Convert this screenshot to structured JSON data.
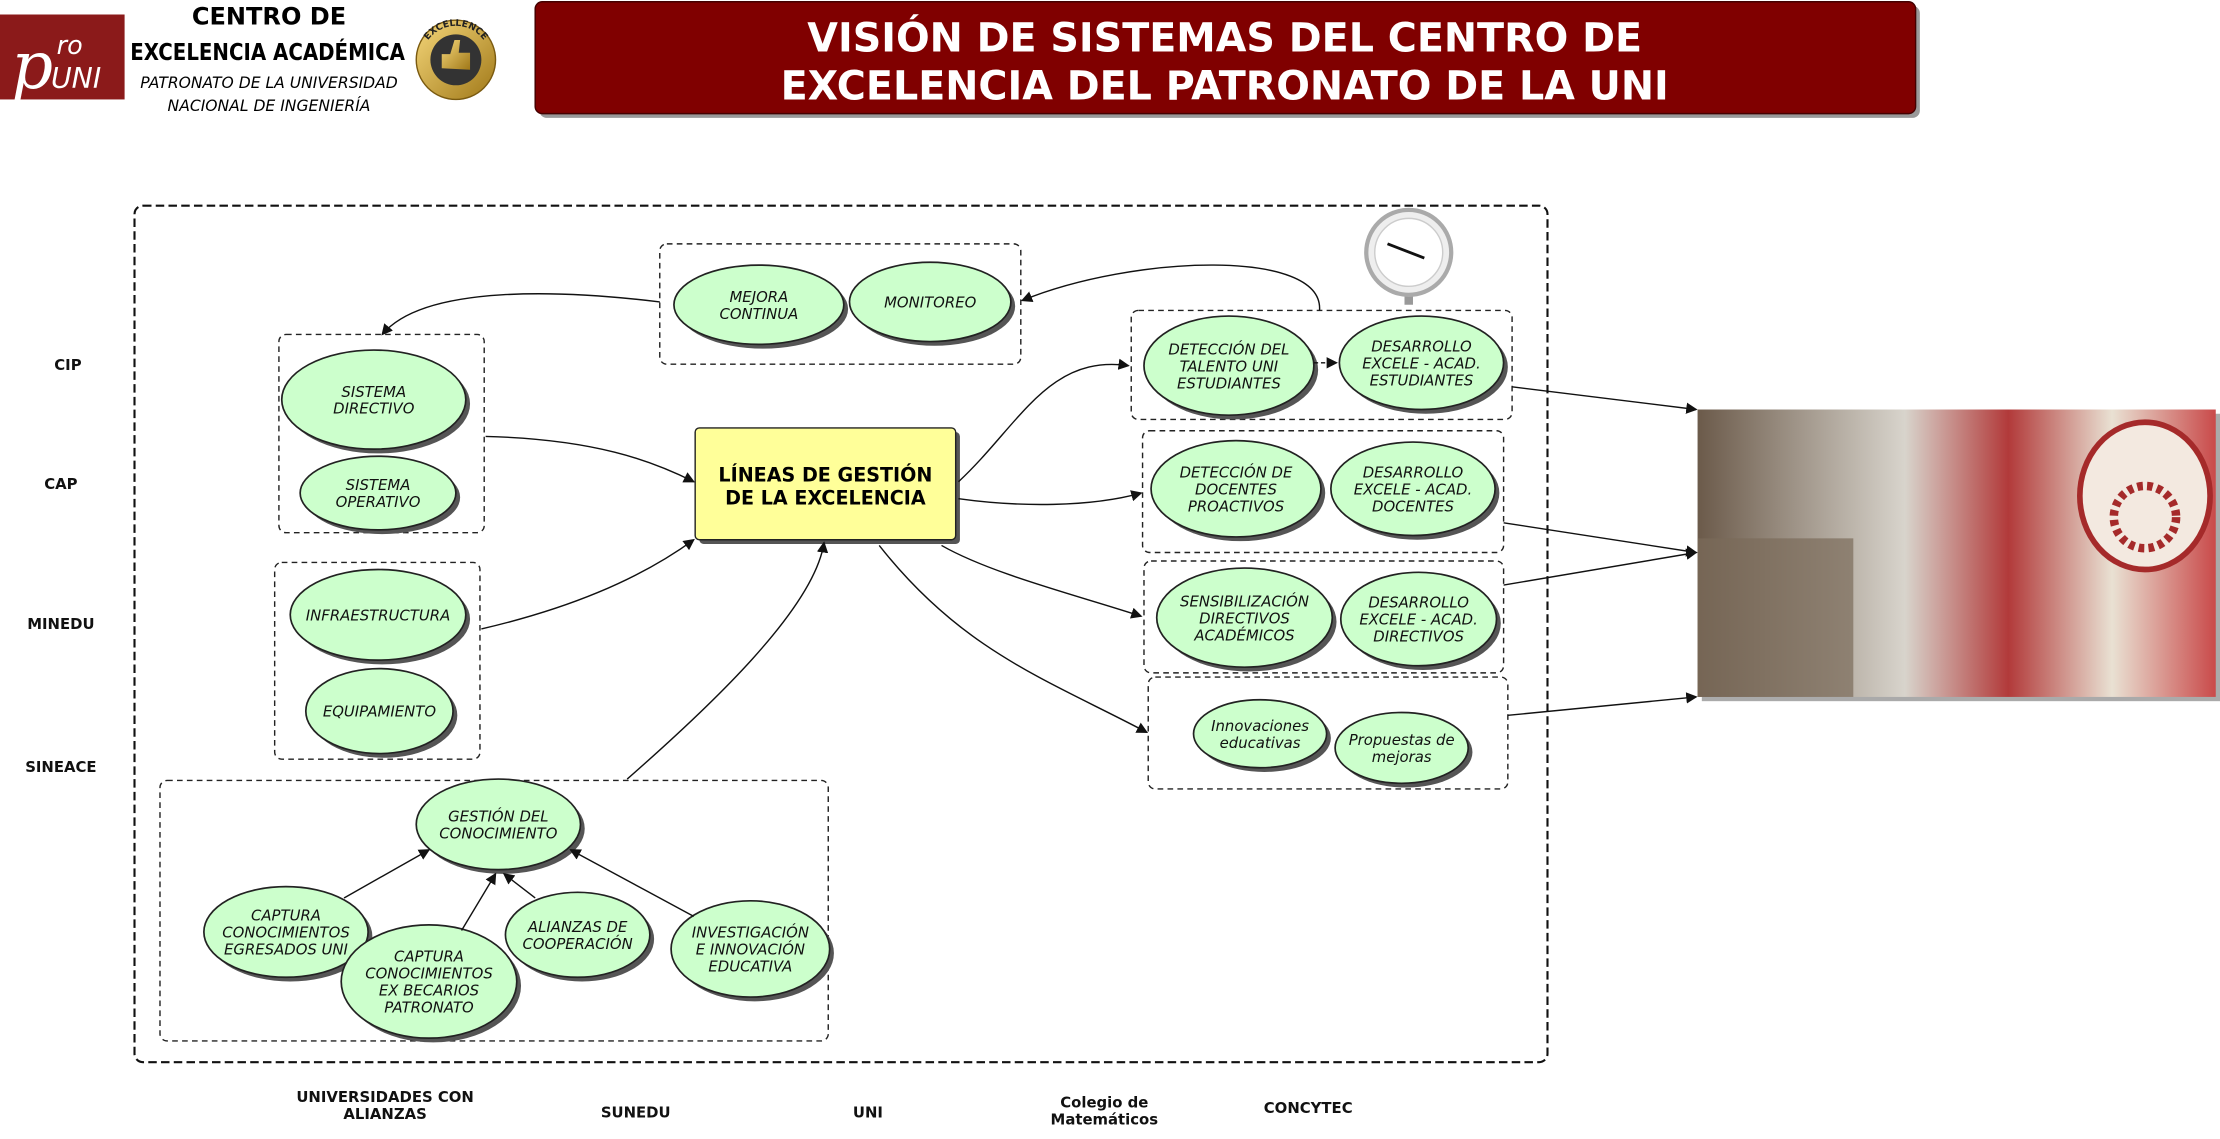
{
  "header": {
    "logo_text": [
      "p",
      "ro",
      "UNI"
    ],
    "center_lines": [
      "CENTRO DE",
      "EXCELENCIA ACADÉMICA"
    ],
    "patronato_lines": [
      "PATRONATO DE LA UNIVERSIDAD",
      "NACIONAL DE INGENIERÍA"
    ],
    "medal_text": "EXCELLENCE",
    "title_lines": [
      "VISIÓN DE SISTEMAS DEL CENTRO DE",
      "EXCELENCIA DEL PATRONATO DE LA UNI"
    ]
  },
  "left_labels": [
    "CIP",
    "CAP",
    "MINEDU",
    "SINEACE"
  ],
  "bottom_labels": {
    "univ": [
      "UNIVERSIDADES CON",
      "ALIANZAS"
    ],
    "sunedu": "SUNEDU",
    "uni": "UNI",
    "colegio": [
      "Colegio de",
      "Matemáticos"
    ],
    "concytec": "CONCYTEC"
  },
  "center": [
    "LÍNEAS DE GESTIÓN",
    "DE LA EXCELENCIA"
  ],
  "nodes": {
    "mejora": [
      "MEJORA",
      "CONTINUA"
    ],
    "monitoreo": [
      "MONITOREO"
    ],
    "directivo": [
      "SISTEMA",
      "DIRECTIVO"
    ],
    "operativo": [
      "SISTEMA",
      "OPERATIVO"
    ],
    "infra": [
      "INFRAESTRUCTURA"
    ],
    "equip": [
      "EQUIPAMIENTO"
    ],
    "gestion": [
      "GESTIÓN DEL",
      "CONOCIMIENTO"
    ],
    "egresados": [
      "CAPTURA",
      "CONOCIMIENTOS",
      "EGRESADOS UNI"
    ],
    "becarios": [
      "CAPTURA",
      "CONOCIMIENTOS",
      "EX BECARIOS",
      "PATRONATO"
    ],
    "alianzas": [
      "ALIANZAS DE",
      "COOPERACIÓN"
    ],
    "investigacion": [
      "INVESTIGACIÓN",
      "E INNOVACIÓN",
      "EDUCATIVA"
    ],
    "talento": [
      "DETECCIÓN DEL",
      "TALENTO UNI",
      "ESTUDIANTES"
    ],
    "des_est": [
      "DESARROLLO",
      "EXCELE - ACAD.",
      "ESTUDIANTES"
    ],
    "docentes": [
      "DETECCIÓN DE",
      "DOCENTES",
      "PROACTIVOS"
    ],
    "des_doc": [
      "DESARROLLO",
      "EXCELE - ACAD.",
      "DOCENTES"
    ],
    "sensib": [
      "SENSIBILIZACIÓN",
      "DIRECTIVOS",
      "ACADÉMICOS"
    ],
    "des_dir": [
      "DESARROLLO",
      "EXCELE - ACAD.",
      "DIRECTIVOS"
    ],
    "innov": [
      "Innovaciones",
      "educativas"
    ],
    "propuestas": [
      "Propuestas de",
      "mejoras"
    ]
  },
  "colors": {
    "banner": "#800000",
    "node": "#ccffcc",
    "center": "#ffff99",
    "logo": "#8b1a1a"
  }
}
